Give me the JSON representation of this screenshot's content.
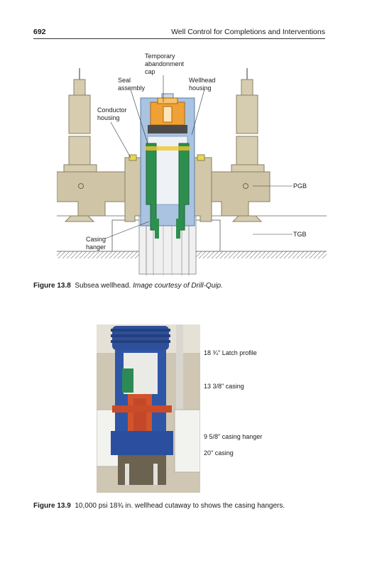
{
  "header": {
    "page_number": "692",
    "running_title": "Well Control for Completions and Interventions"
  },
  "figure_13_8": {
    "labels": {
      "temporary_cap_1": "Temporary",
      "temporary_cap_2": "abandonment",
      "temporary_cap_3": "cap",
      "seal_1": "Seal",
      "seal_2": "assembly",
      "wellhead_1": "Wellhead",
      "wellhead_2": "housing",
      "conductor_1": "Conductor",
      "conductor_2": "housing",
      "pgb": "PGB",
      "tgb": "TGB",
      "casing_1": "Casing",
      "casing_2": "hanger"
    },
    "caption": {
      "number": "Figure 13.8",
      "text": "Subsea wellhead.",
      "credit": "Image courtesy of Drill-Quip."
    }
  },
  "figure_13_9": {
    "labels": {
      "latch": "18 ¾\" Latch profile",
      "casing_13": "13 3/8\" casing",
      "hanger_9": "9 5/8\" casing hanger",
      "casing_20": "20\" casing"
    },
    "caption": {
      "number": "Figure 13.9",
      "text": "10,000 psi 18¾ in. wellhead cutaway to shows the casing hangers."
    }
  }
}
